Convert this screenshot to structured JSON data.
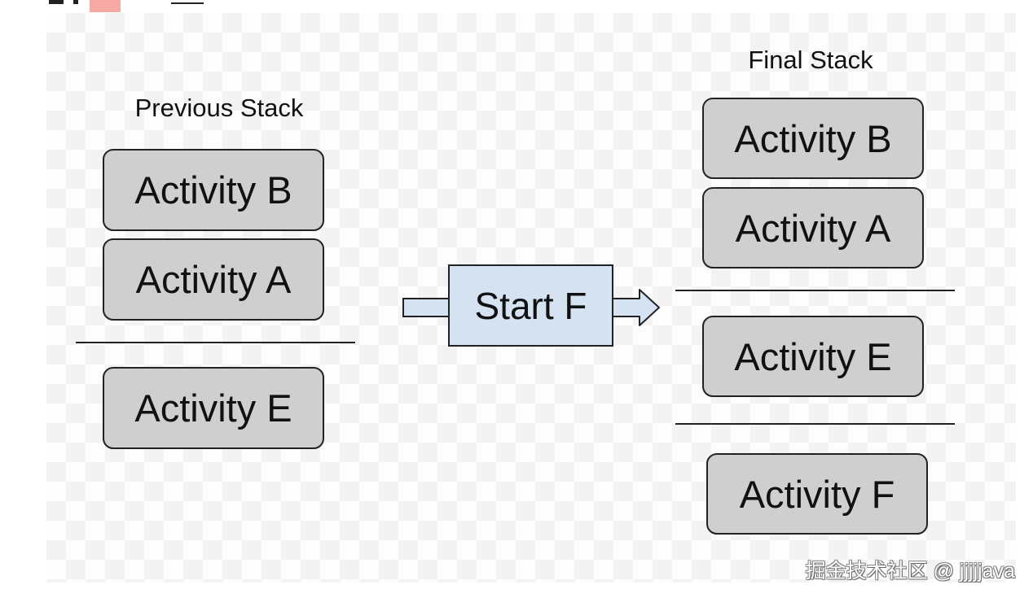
{
  "previous_stack": {
    "title": "Previous Stack",
    "activities": [
      "Activity B",
      "Activity A",
      "Activity E"
    ]
  },
  "action": {
    "label": "Start F",
    "fill_color": "#d4e2f1"
  },
  "final_stack": {
    "title": "Final Stack",
    "activities": [
      "Activity B",
      "Activity A",
      "Activity E",
      "Activity F"
    ]
  },
  "box_fill_color": "#cfcfcf",
  "watermark": "掘金技术社区 @ jjjjjava"
}
